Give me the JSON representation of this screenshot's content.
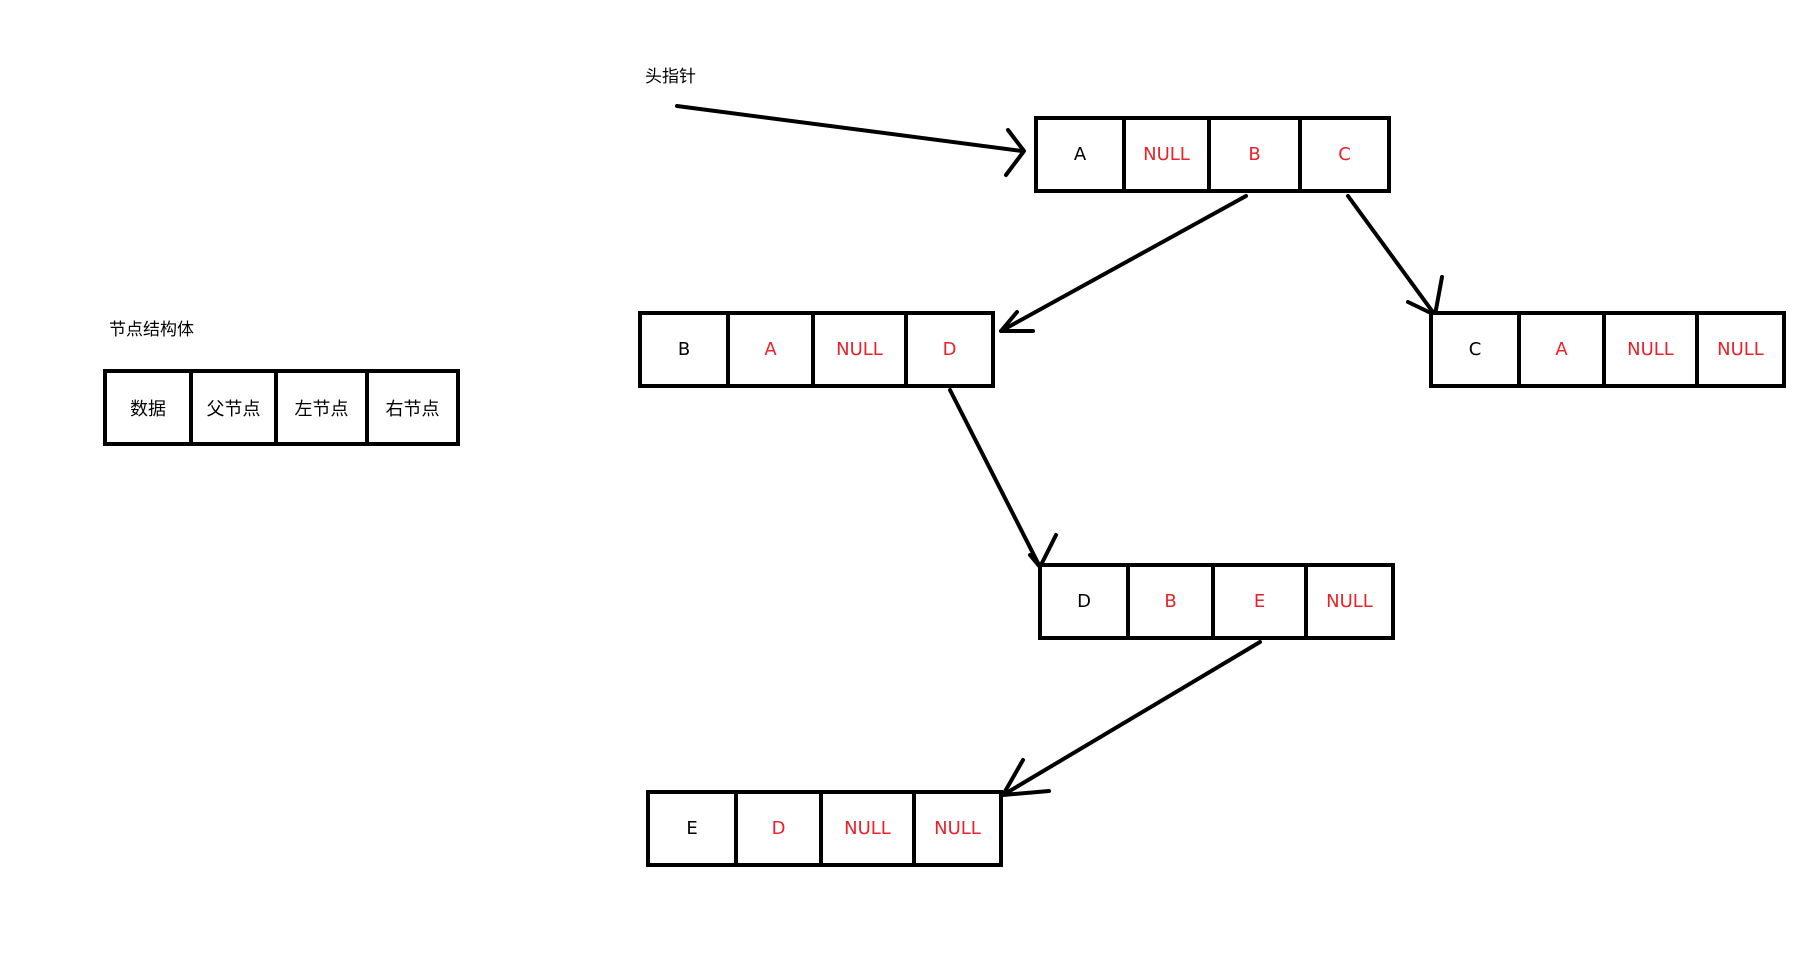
{
  "head_pointer_label": "头指针",
  "legend": {
    "title": "节点结构体",
    "cells": [
      "数据",
      "父节点",
      "左节点",
      "右节点"
    ]
  },
  "nodes": {
    "A": [
      "A",
      "NULL",
      "B",
      "C"
    ],
    "B": [
      "B",
      "A",
      "NULL",
      "D"
    ],
    "C": [
      "C",
      "A",
      "NULL",
      "NULL"
    ],
    "D": [
      "D",
      "B",
      "E",
      "NULL"
    ],
    "E": [
      "E",
      "D",
      "NULL",
      "NULL"
    ]
  },
  "colors": {
    "data_text": "#000000",
    "pointer_text": "#e8222a",
    "lines": "#000000"
  }
}
